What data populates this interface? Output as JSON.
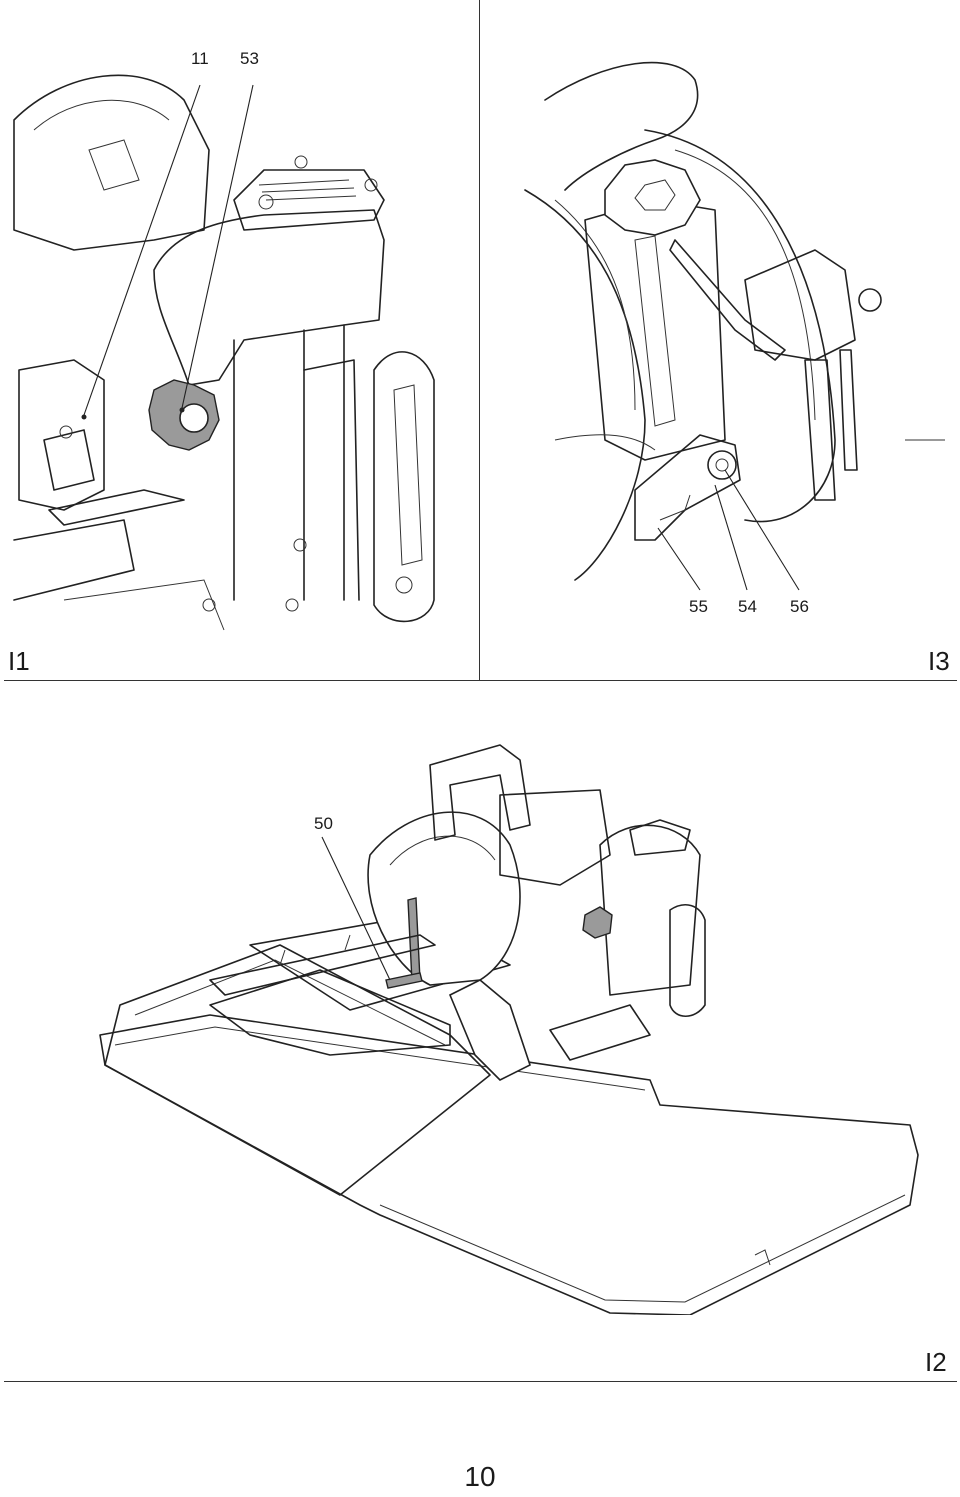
{
  "figures": [
    {
      "id": "I1",
      "label": "I1",
      "callouts": [
        "11",
        "53"
      ]
    },
    {
      "id": "I3",
      "label": "I3",
      "callouts": [
        "55",
        "54",
        "56"
      ]
    },
    {
      "id": "I2",
      "label": "I2",
      "callouts": [
        "50"
      ]
    }
  ],
  "page_number": "10"
}
